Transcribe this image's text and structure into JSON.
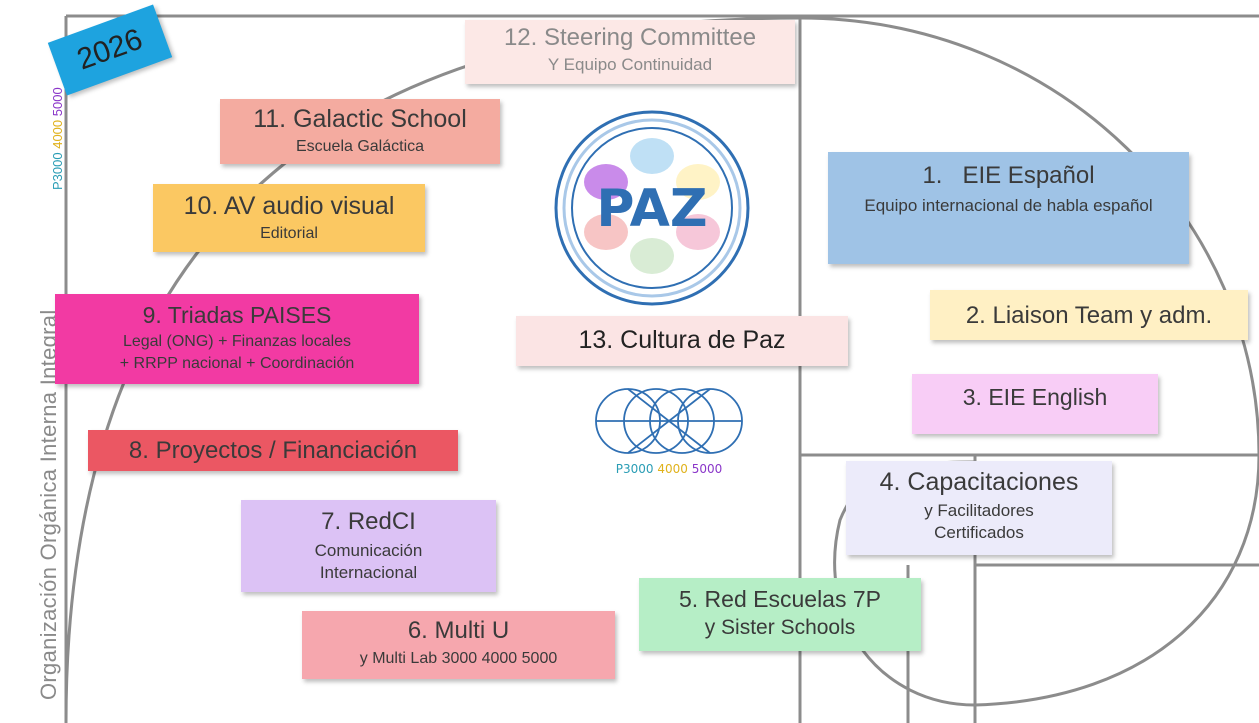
{
  "side": {
    "title": "Organización Orgánica Interna Integral",
    "p3000": "P3000",
    "n4000": "4000",
    "n5000": "5000"
  },
  "year_badge": "2026",
  "logo": {
    "text": "PAZ",
    "emblem_p3000": "P3000",
    "emblem_4000": "4000",
    "emblem_5000": "5000"
  },
  "boxes": {
    "b1": {
      "title": "1.   EIE Español",
      "sub": "Equipo internacional de habla español"
    },
    "b2": {
      "title": "2. Liaison Team y adm."
    },
    "b3": {
      "title": "3. EIE English"
    },
    "b4": {
      "title": "4. Capacitaciones",
      "sub1": "y Facilitadores",
      "sub2": "Certificados"
    },
    "b5": {
      "title": "5. Red Escuelas 7P",
      "sub": "y Sister Schools"
    },
    "b6": {
      "title": "6. Multi U",
      "sub": "y Multi Lab 3000 4000 5000"
    },
    "b7": {
      "title": "7. RedCI",
      "sub1": "Comunicación",
      "sub2": "Internacional"
    },
    "b8": {
      "title": "8. Proyectos / Financiación"
    },
    "b9": {
      "title": "9. Triadas PAISES",
      "sub1": "Legal (ONG) + Finanzas locales",
      "sub2": "+ RRPP nacional + Coordinación"
    },
    "b10": {
      "title": "10. AV audio visual",
      "sub": "Editorial"
    },
    "b11": {
      "title": "11. Galactic School",
      "sub": "Escuela Galáctica"
    },
    "b12": {
      "title": "12. Steering Committee",
      "sub": "Y Equipo Continuidad"
    },
    "b13": {
      "title": "13. Cultura de Paz"
    }
  },
  "colors": {
    "p3000": "#2a9db5",
    "n4000": "#e0b21c",
    "n5000": "#8a36c9",
    "badge": "#1ea3df",
    "lines": "#8c8c8c",
    "b1": "#9fc3e6",
    "b2": "#fff0c4",
    "b3": "#f8cdf6",
    "b4": "#ecebfa",
    "b5": "#b6eec6",
    "b6": "#f6a7ae",
    "b7": "#dcc2f5",
    "b8": "#eb5763",
    "b9": "#f23aa3",
    "b10": "#fbc862",
    "b11": "#f4aba0",
    "b12": "#fce8e6",
    "b13": "#fbe4e4",
    "logo_blue": "#2f6fb3"
  }
}
